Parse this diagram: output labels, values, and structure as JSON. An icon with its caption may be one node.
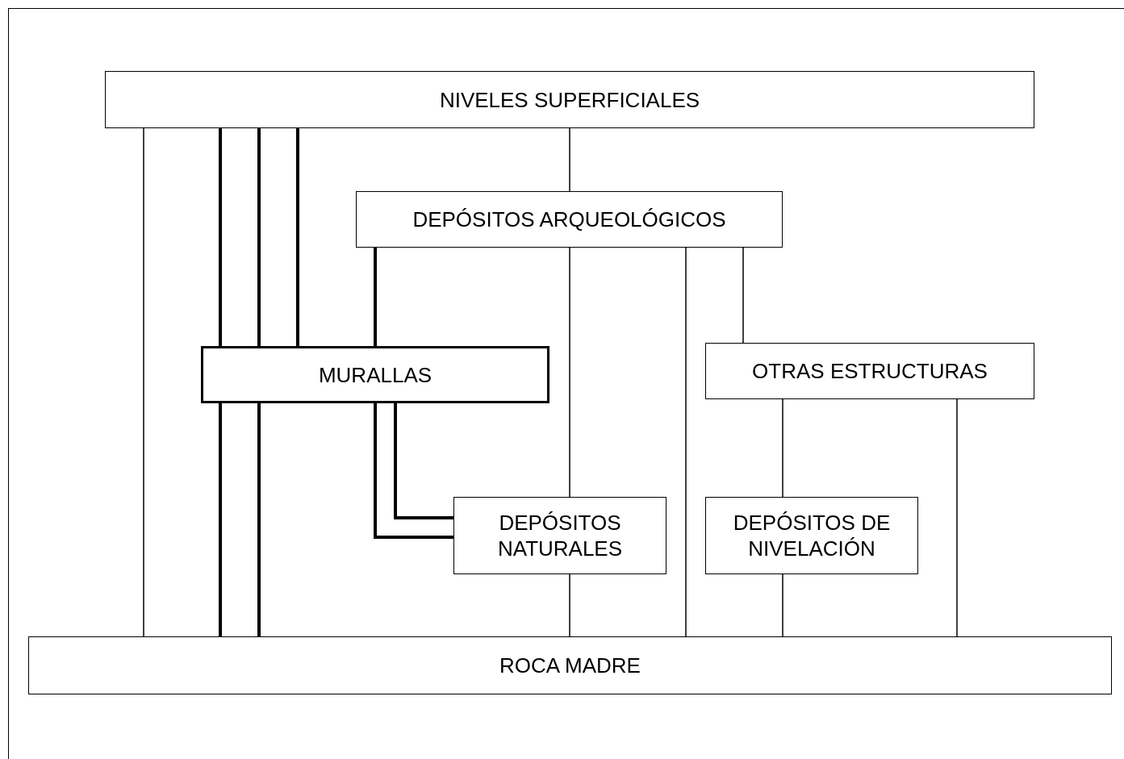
{
  "diagram": {
    "nodes": [
      {
        "text": [
          "NIVELES SUPERFICIALES"
        ]
      },
      {
        "text": [
          "DEPÓSITOS ARQUEOLÓGICOS"
        ]
      },
      {
        "text": [
          "MURALLAS"
        ]
      },
      {
        "text": [
          "OTRAS ESTRUCTURAS"
        ]
      },
      {
        "text": [
          "DEPÓSITOS NATURALES"
        ]
      },
      {
        "text": [
          "DEPÓSITOS DE NIVELACIÓN"
        ]
      },
      {
        "text": [
          "ROCA MADRE"
        ]
      }
    ],
    "edges": [
      {
        "from": 0,
        "to": 6,
        "arrow": "none"
      },
      {
        "from": 0,
        "to": 2,
        "arrow": "none",
        "style": "thick"
      },
      {
        "from": 0,
        "to": 2,
        "arrow": "none",
        "style": "thick"
      },
      {
        "from": 0,
        "to": 2,
        "arrow": "none",
        "style": "thick"
      },
      {
        "from": 2,
        "to": 6,
        "arrow": "none",
        "style": "thick"
      },
      {
        "from": 2,
        "to": 6,
        "arrow": "none",
        "style": "thick"
      },
      {
        "from": 0,
        "to": 1,
        "arrow": "none"
      },
      {
        "from": 1,
        "to": 2,
        "arrow": "none",
        "style": "thick"
      },
      {
        "from": 1,
        "to": 4,
        "arrow": "none"
      },
      {
        "from": 1,
        "to": 6,
        "arrow": "none"
      },
      {
        "from": 1,
        "to": 3,
        "arrow": "none"
      },
      {
        "from": 2,
        "to": 4,
        "arrow": "none",
        "style": "thick"
      },
      {
        "from": 2,
        "to": 4,
        "arrow": "none",
        "style": "thick"
      },
      {
        "from": 4,
        "to": 6,
        "arrow": "none"
      },
      {
        "from": 3,
        "to": 5,
        "arrow": "none"
      },
      {
        "from": 5,
        "to": 6,
        "arrow": "none"
      },
      {
        "from": 3,
        "to": 6,
        "arrow": "none"
      }
    ]
  }
}
